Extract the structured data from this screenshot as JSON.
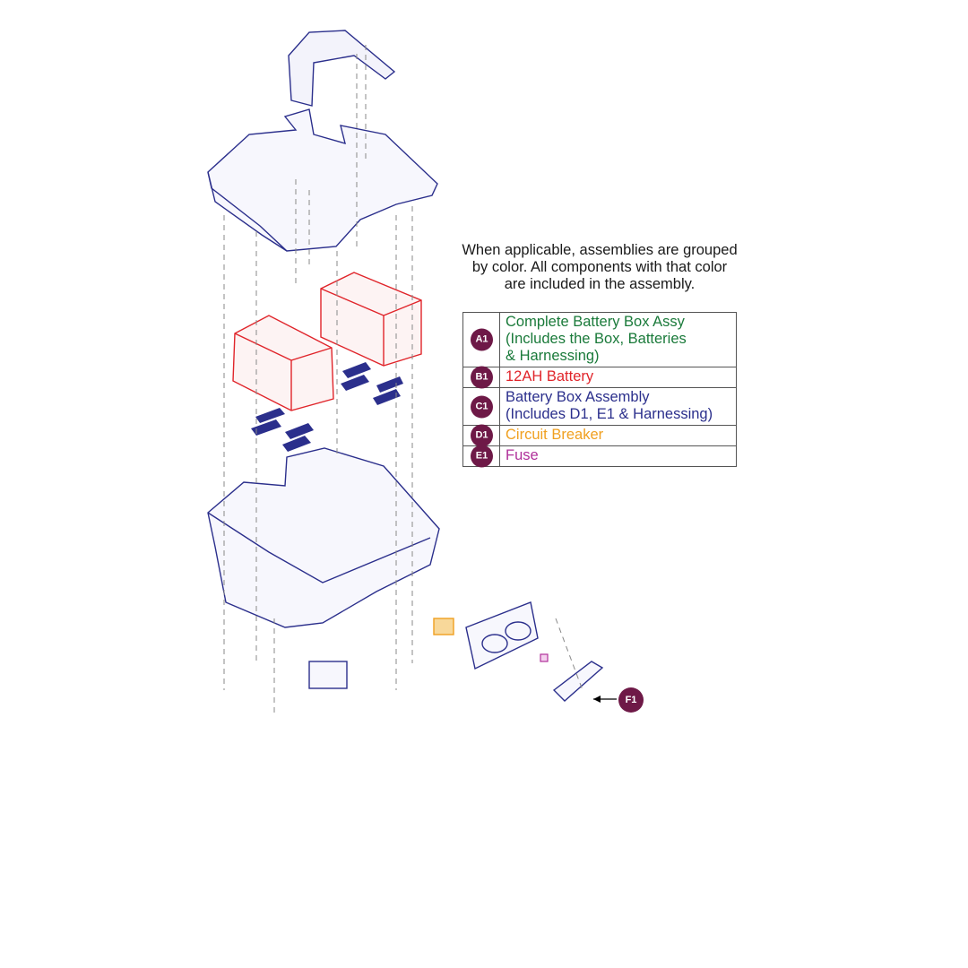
{
  "note": {
    "lines": [
      "When applicable, assemblies are grouped",
      "by color. All components with that color",
      "are included in the assembly."
    ]
  },
  "legend": [
    {
      "badge": "A1",
      "lines": [
        "Complete Battery Box Assy",
        "(Includes the Box, Batteries",
        "& Harnessing)"
      ],
      "color": "#1a7a3a"
    },
    {
      "badge": "B1",
      "lines": [
        "12AH Battery"
      ],
      "color": "#e0242a"
    },
    {
      "badge": "C1",
      "lines": [
        "Battery Box Assembly",
        "(Includes D1, E1 & Harnessing)"
      ],
      "color": "#2b2f8c"
    },
    {
      "badge": "D1",
      "lines": [
        "Circuit Breaker"
      ],
      "color": "#f0a020"
    },
    {
      "badge": "E1",
      "lines": [
        "Fuse"
      ],
      "color": "#b0309a"
    }
  ],
  "callout": {
    "badge": "F1"
  },
  "colors": {
    "badge": "#6e1947",
    "outline": "#2b2f8c",
    "battery": "#e0242a",
    "breaker": "#f0a020",
    "fuse": "#b0309a"
  }
}
